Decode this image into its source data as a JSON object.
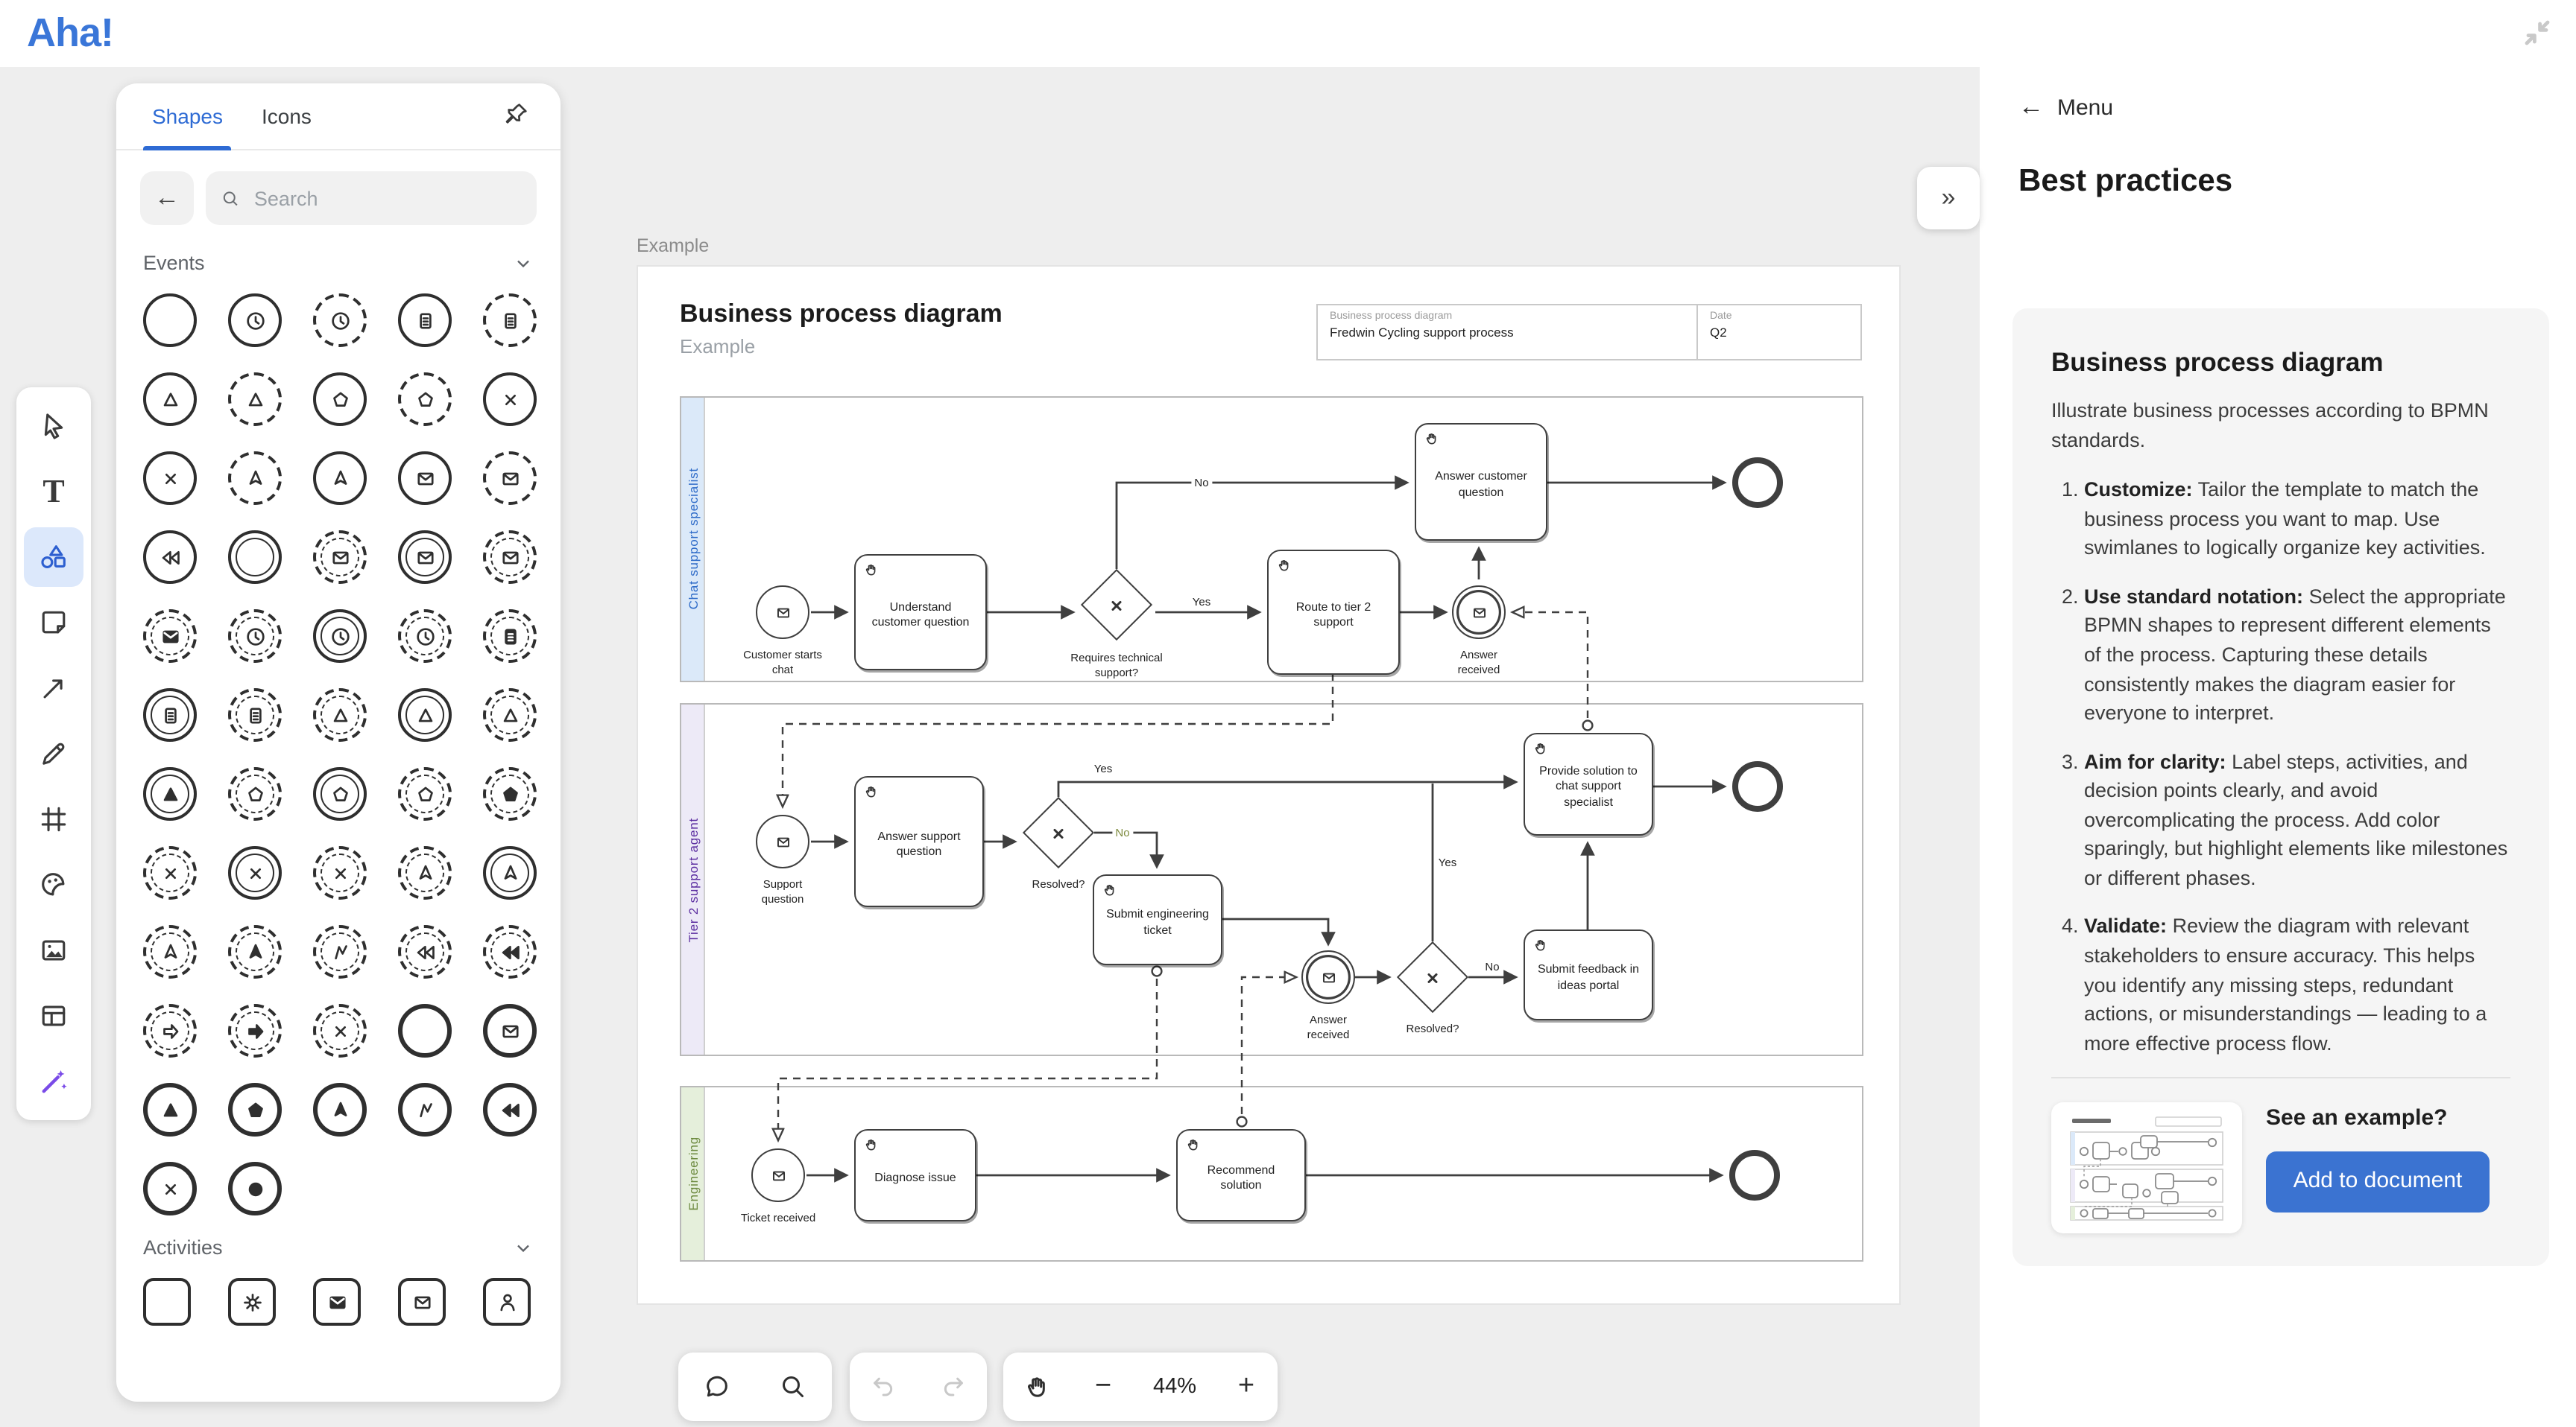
{
  "topbar": {
    "logo": "Aha!",
    "accent_color": "#3A76D8"
  },
  "toolbar": {
    "active_tool": "shapes",
    "tools": [
      "select",
      "text",
      "shapes",
      "sticky-note",
      "connector",
      "pen",
      "frame",
      "sticker",
      "image",
      "table",
      "magic-wand"
    ]
  },
  "shapes_panel": {
    "tabs": [
      {
        "label": "Shapes",
        "active": true
      },
      {
        "label": "Icons",
        "active": false
      }
    ],
    "search": {
      "placeholder": "Search"
    },
    "sections": [
      {
        "title": "Events"
      },
      {
        "title": "Activities"
      }
    ],
    "events_items": [
      {
        "r": "s",
        "g": "none"
      },
      {
        "r": "s",
        "g": "clock"
      },
      {
        "r": "d",
        "g": "clock"
      },
      {
        "r": "s",
        "g": "doc"
      },
      {
        "r": "d",
        "g": "doc"
      },
      {
        "r": "s",
        "g": "tri"
      },
      {
        "r": "d",
        "g": "tri"
      },
      {
        "r": "s",
        "g": "pent"
      },
      {
        "r": "d",
        "g": "pent"
      },
      {
        "r": "s",
        "g": "x"
      },
      {
        "r": "s",
        "g": "x"
      },
      {
        "r": "d",
        "g": "arr"
      },
      {
        "r": "s",
        "g": "arr"
      },
      {
        "r": "s",
        "g": "env"
      },
      {
        "r": "d",
        "g": "env"
      },
      {
        "r": "s",
        "g": "rew"
      },
      {
        "r": "D",
        "g": "none"
      },
      {
        "r": "Dd",
        "g": "env"
      },
      {
        "r": "D",
        "g": "env"
      },
      {
        "r": "Dd",
        "g": "env"
      },
      {
        "r": "Dd",
        "g": "envf"
      },
      {
        "r": "Dd",
        "g": "clock"
      },
      {
        "r": "D",
        "g": "clock"
      },
      {
        "r": "Dd",
        "g": "clock"
      },
      {
        "r": "Dd",
        "g": "docf"
      },
      {
        "r": "D",
        "g": "doc"
      },
      {
        "r": "Dd",
        "g": "doc"
      },
      {
        "r": "Dd",
        "g": "tri"
      },
      {
        "r": "D",
        "g": "tri"
      },
      {
        "r": "Dd",
        "g": "tri"
      },
      {
        "r": "D",
        "g": "trif"
      },
      {
        "r": "Dd",
        "g": "pent"
      },
      {
        "r": "D",
        "g": "pent"
      },
      {
        "r": "Dd",
        "g": "pent"
      },
      {
        "r": "Dd",
        "g": "pentf"
      },
      {
        "r": "Dd",
        "g": "x"
      },
      {
        "r": "D",
        "g": "x"
      },
      {
        "r": "Dd",
        "g": "x"
      },
      {
        "r": "Dd",
        "g": "arr"
      },
      {
        "r": "D",
        "g": "arr"
      },
      {
        "r": "Dd",
        "g": "arr"
      },
      {
        "r": "Dd",
        "g": "arrf"
      },
      {
        "r": "Dd",
        "g": "zig"
      },
      {
        "r": "Dd",
        "g": "rew"
      },
      {
        "r": "Dd",
        "g": "rewf"
      },
      {
        "r": "Dd",
        "g": "arrR"
      },
      {
        "r": "Dd",
        "g": "arrRf"
      },
      {
        "r": "Dd",
        "g": "x"
      },
      {
        "r": "t",
        "g": "none"
      },
      {
        "r": "t",
        "g": "env"
      },
      {
        "r": "t",
        "g": "trif"
      },
      {
        "r": "t",
        "g": "pentf"
      },
      {
        "r": "t",
        "g": "arrf"
      },
      {
        "r": "t",
        "g": "zig"
      },
      {
        "r": "t",
        "g": "rewf"
      },
      {
        "r": "t",
        "g": "x"
      },
      {
        "r": "t",
        "g": "dot"
      }
    ],
    "activities_items": [
      {
        "g": "none"
      },
      {
        "g": "gear"
      },
      {
        "g": "envf"
      },
      {
        "g": "env"
      },
      {
        "g": "person"
      }
    ]
  },
  "canvas": {
    "frame_label": "Example",
    "title": "Business process diagram",
    "subtitle": "Example",
    "info_box": {
      "fields": [
        {
          "label": "Business process diagram",
          "value": "Fredwin Cycling support process"
        },
        {
          "label": "Date",
          "value": "Q2"
        }
      ]
    },
    "lanes": [
      {
        "name": "Chat support specialist",
        "text_color": "#2e6bc8",
        "strip_color": "#dbe9f9"
      },
      {
        "name": "Tier 2 support agent",
        "text_color": "#5b2da0",
        "strip_color": "#edeaf7"
      },
      {
        "name": "Engineering",
        "text_color": "#6d8a3f",
        "strip_color": "#e5efdb"
      }
    ],
    "nodes": {
      "l1": {
        "start": "Customer starts chat",
        "understand": "Understand customer question",
        "gw": "Requires technical support?",
        "route": "Route to tier 2 support",
        "answer_received": "Answer received",
        "answer_customer": "Answer customer question"
      },
      "l2": {
        "start": "Support question",
        "answer_support": "Answer support question",
        "resolved1": "Resolved?",
        "submit_ticket": "Submit engineering ticket",
        "answer_received": "Answer received",
        "resolved2": "Resolved?",
        "submit_feedback": "Submit feedback in ideas portal",
        "provide_solution": "Provide solution to chat support specialist"
      },
      "l3": {
        "start": "Ticket received",
        "diagnose": "Diagnose issue",
        "recommend": "Recommend solution"
      }
    },
    "edge_labels": {
      "l1_yes": "Yes",
      "l1_no": "No",
      "l2_yes1": "Yes",
      "l2_no1": "No",
      "l2_yes2": "Yes",
      "l2_no2": "No"
    },
    "olive_label_color": "#7d8a3d"
  },
  "bottom_toolbar": {
    "zoom_level": "44%"
  },
  "right_panel": {
    "menu_label": "Menu",
    "title": "Best practices",
    "card": {
      "heading": "Business process diagram",
      "intro": "Illustrate business processes according to BPMN standards.",
      "steps": [
        {
          "lead": "Customize:",
          "text": "Tailor the template to match the business process you want to map. Use swimlanes to logically organize key activities."
        },
        {
          "lead": "Use standard notation:",
          "text": "Select the appropriate BPMN shapes to represent different elements of the process. Capturing these details consistently makes the diagram easier for everyone to interpret."
        },
        {
          "lead": "Aim for clarity:",
          "text": "Label steps, activities, and decision points clearly, and avoid overcomplicating the process. Add color sparingly, but highlight elements like milestones or different phases."
        },
        {
          "lead": "Validate:",
          "text": "Review the diagram with relevant stakeholders to ensure accuracy. This helps you identify any missing steps, redundant actions, or misunderstandings — leading to a more effective process flow."
        }
      ],
      "example_prompt": "See an example?",
      "button_label": "Add to document",
      "button_color": "#3B73D1"
    }
  }
}
